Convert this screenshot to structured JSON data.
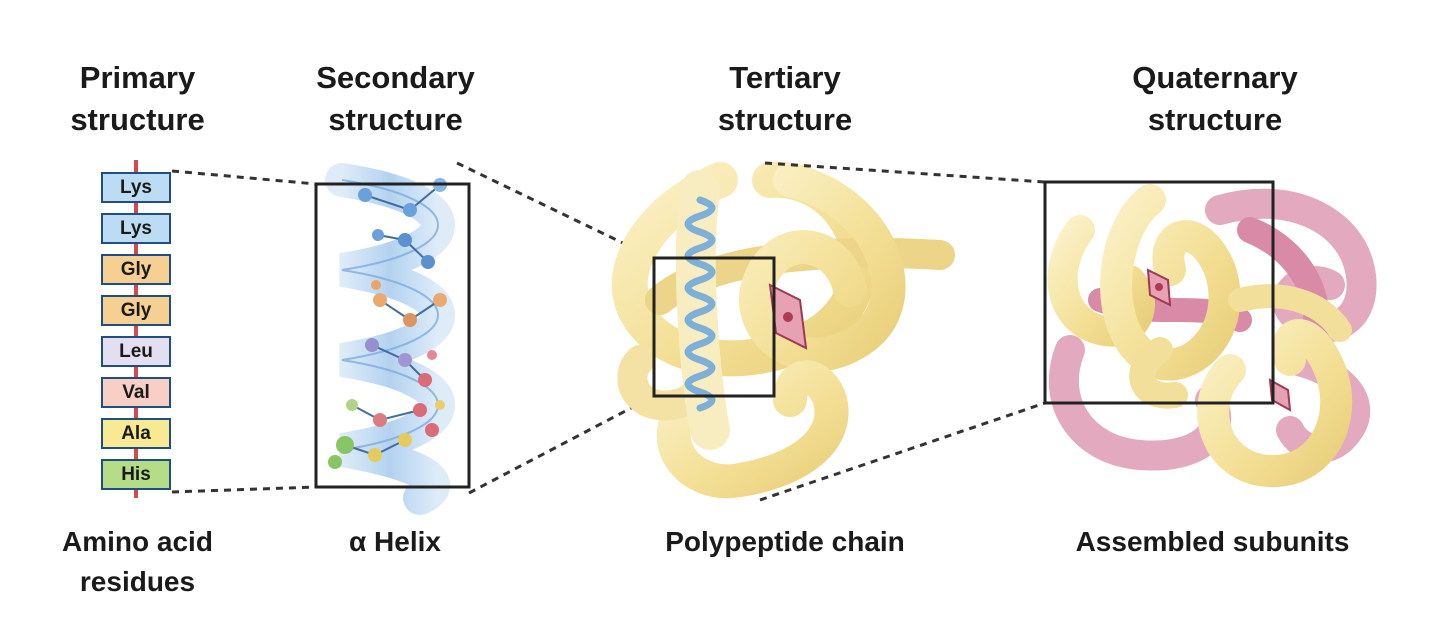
{
  "stages": [
    {
      "title": [
        "Primary",
        "structure"
      ],
      "caption": [
        "Amino acid",
        "residues"
      ]
    },
    {
      "title": [
        "Secondary",
        "structure"
      ],
      "caption": [
        "α Helix"
      ]
    },
    {
      "title": [
        "Tertiary",
        "structure"
      ],
      "caption": [
        "Polypeptide chain"
      ]
    },
    {
      "title": [
        "Quaternary",
        "structure"
      ],
      "caption": [
        "Assembled subunits"
      ]
    }
  ],
  "residues": [
    {
      "label": "Lys",
      "color": "#bcdcf3"
    },
    {
      "label": "Lys",
      "color": "#bcdcf3"
    },
    {
      "label": "Gly",
      "color": "#f6cf92"
    },
    {
      "label": "Gly",
      "color": "#f6cf92"
    },
    {
      "label": "Leu",
      "color": "#e3def0"
    },
    {
      "label": "Val",
      "color": "#f7cfc4"
    },
    {
      "label": "Ala",
      "color": "#f8ea92"
    },
    {
      "label": "His",
      "color": "#b5dc86"
    }
  ],
  "colors": {
    "helix": "#7ab3e6",
    "chain": "#f6e6a4",
    "subunit": "#e2a7bd",
    "backbone": "#d24a4a"
  }
}
